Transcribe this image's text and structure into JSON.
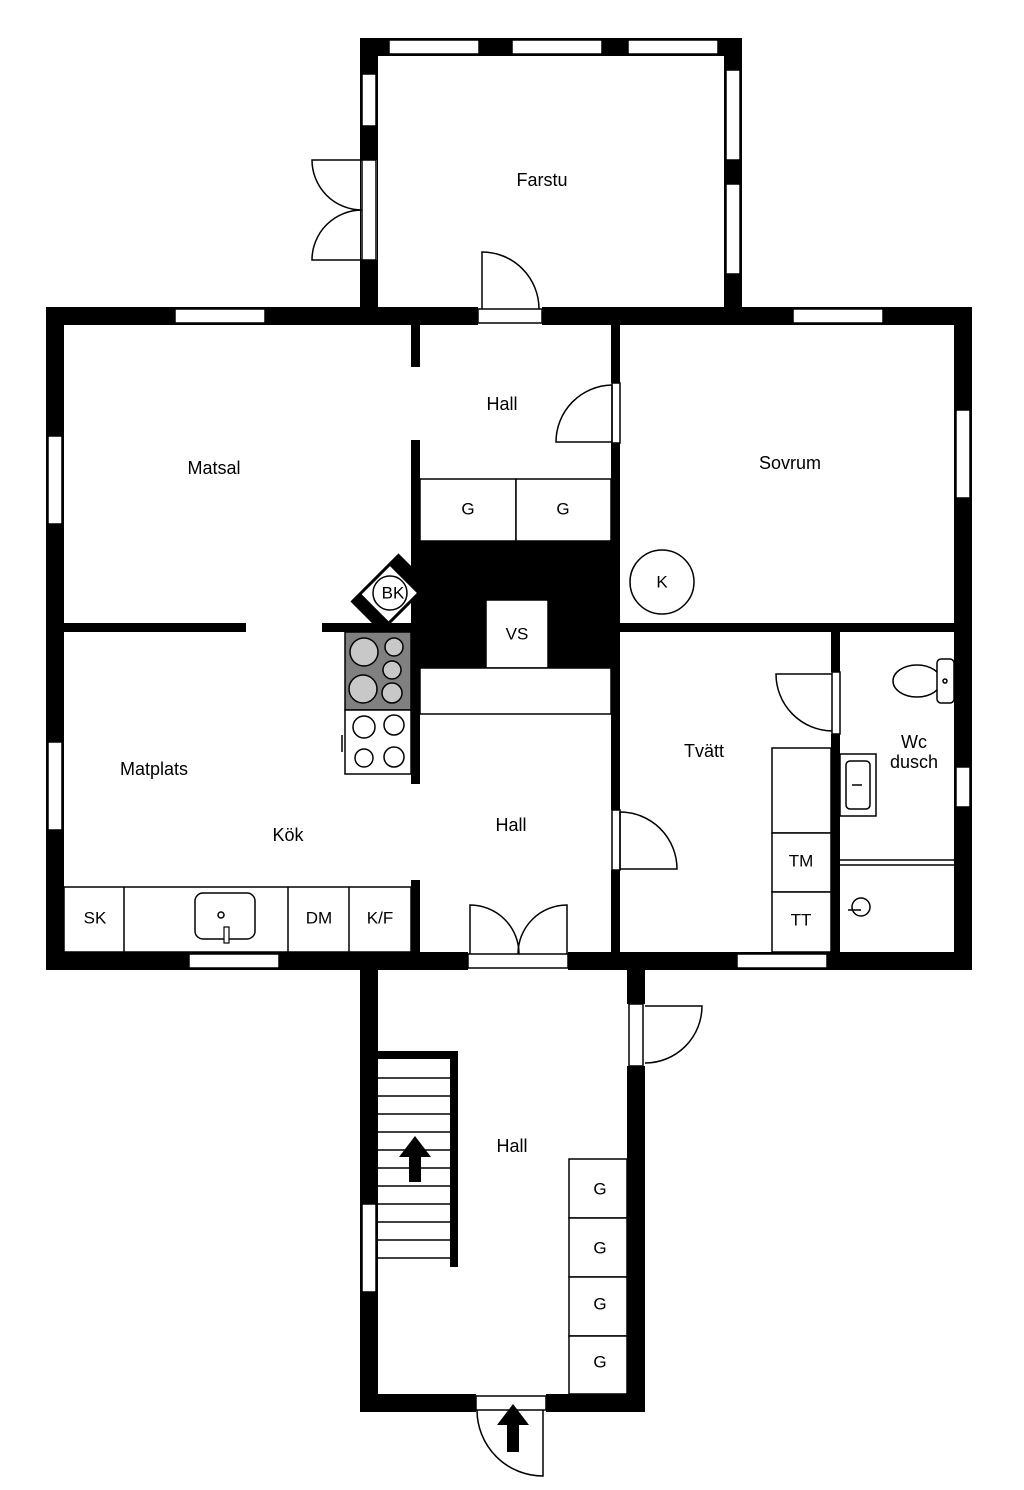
{
  "rooms": {
    "farstu": "Farstu",
    "hall_top": "Hall",
    "matsal": "Matsal",
    "sovrum": "Sovrum",
    "matplats": "Matplats",
    "kok": "Kök",
    "hall_mid": "Hall",
    "tvatt": "Tvätt",
    "wc_line1": "Wc",
    "wc_line2": "dusch",
    "hall_bottom": "Hall"
  },
  "fixtures": {
    "wardrobe": "G",
    "fireplace": "BK",
    "boiler": "K",
    "water_heater": "VS",
    "washer": "TM",
    "dryer": "TT",
    "sink_cabinet": "SK",
    "dishwasher": "DM",
    "fridge_freezer": "K/F"
  },
  "colors": {
    "wall": "#000000",
    "stove_top": "#808080",
    "background": "#ffffff"
  },
  "icons": [
    "door-swing-icon",
    "window-icon",
    "stairs-icon",
    "arrow-up-icon",
    "sink-icon",
    "toilet-icon",
    "stove-icon",
    "shower-drain-icon"
  ]
}
